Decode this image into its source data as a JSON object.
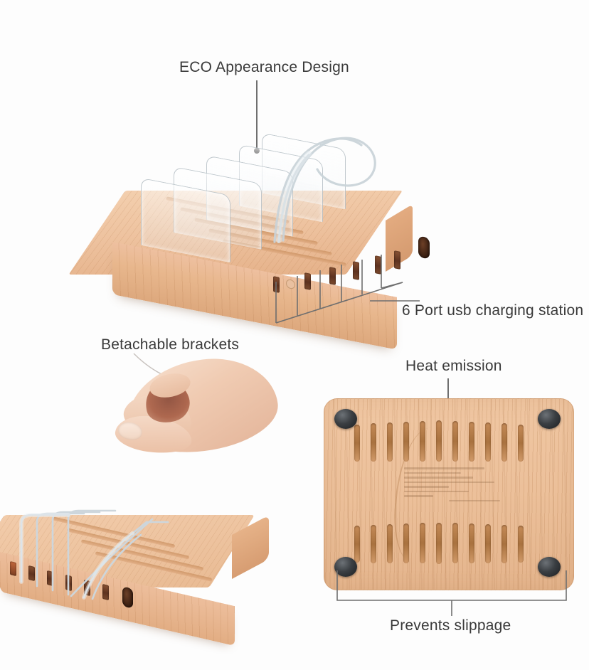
{
  "page": {
    "kind": "product-infographic",
    "background_color": "#ffffff",
    "text_color": "#3a3a3a"
  },
  "callouts": [
    {
      "id": "eco",
      "label": "ECO Appearance Design",
      "points_at": "acrylic-divider-top"
    },
    {
      "id": "port",
      "label": "6 Port usb charging station",
      "points_at": "usb-port-row"
    },
    {
      "id": "brackets",
      "label": "Betachable brackets",
      "points_at": "removable-acrylic-bracket"
    },
    {
      "id": "heat",
      "label": "Heat emission",
      "points_at": "ventilation-slots"
    },
    {
      "id": "slippage",
      "label": "Prevents slippage",
      "points_at": "rubber-feet"
    }
  ],
  "product": {
    "name": "6 Port usb charging station",
    "material": "wood",
    "wood_color": "#e8b78d",
    "wood_top_color": "#f2ccab",
    "bracket_material": "clear acrylic",
    "bracket_count": 5,
    "usb_port_count": 6,
    "dc_jack_count": 1,
    "foot_count": 4,
    "foot_color": "#26292c",
    "vent_rows": 2,
    "vents_per_row": 11,
    "top_slot_count": 5
  },
  "panels": {
    "hero": {
      "name": "ECO Appearance Design hero view"
    },
    "hand": {
      "name": "hand removing bracket"
    },
    "unit": {
      "name": "charging station with brackets"
    },
    "under": {
      "name": "underside view with vents and feet"
    }
  }
}
